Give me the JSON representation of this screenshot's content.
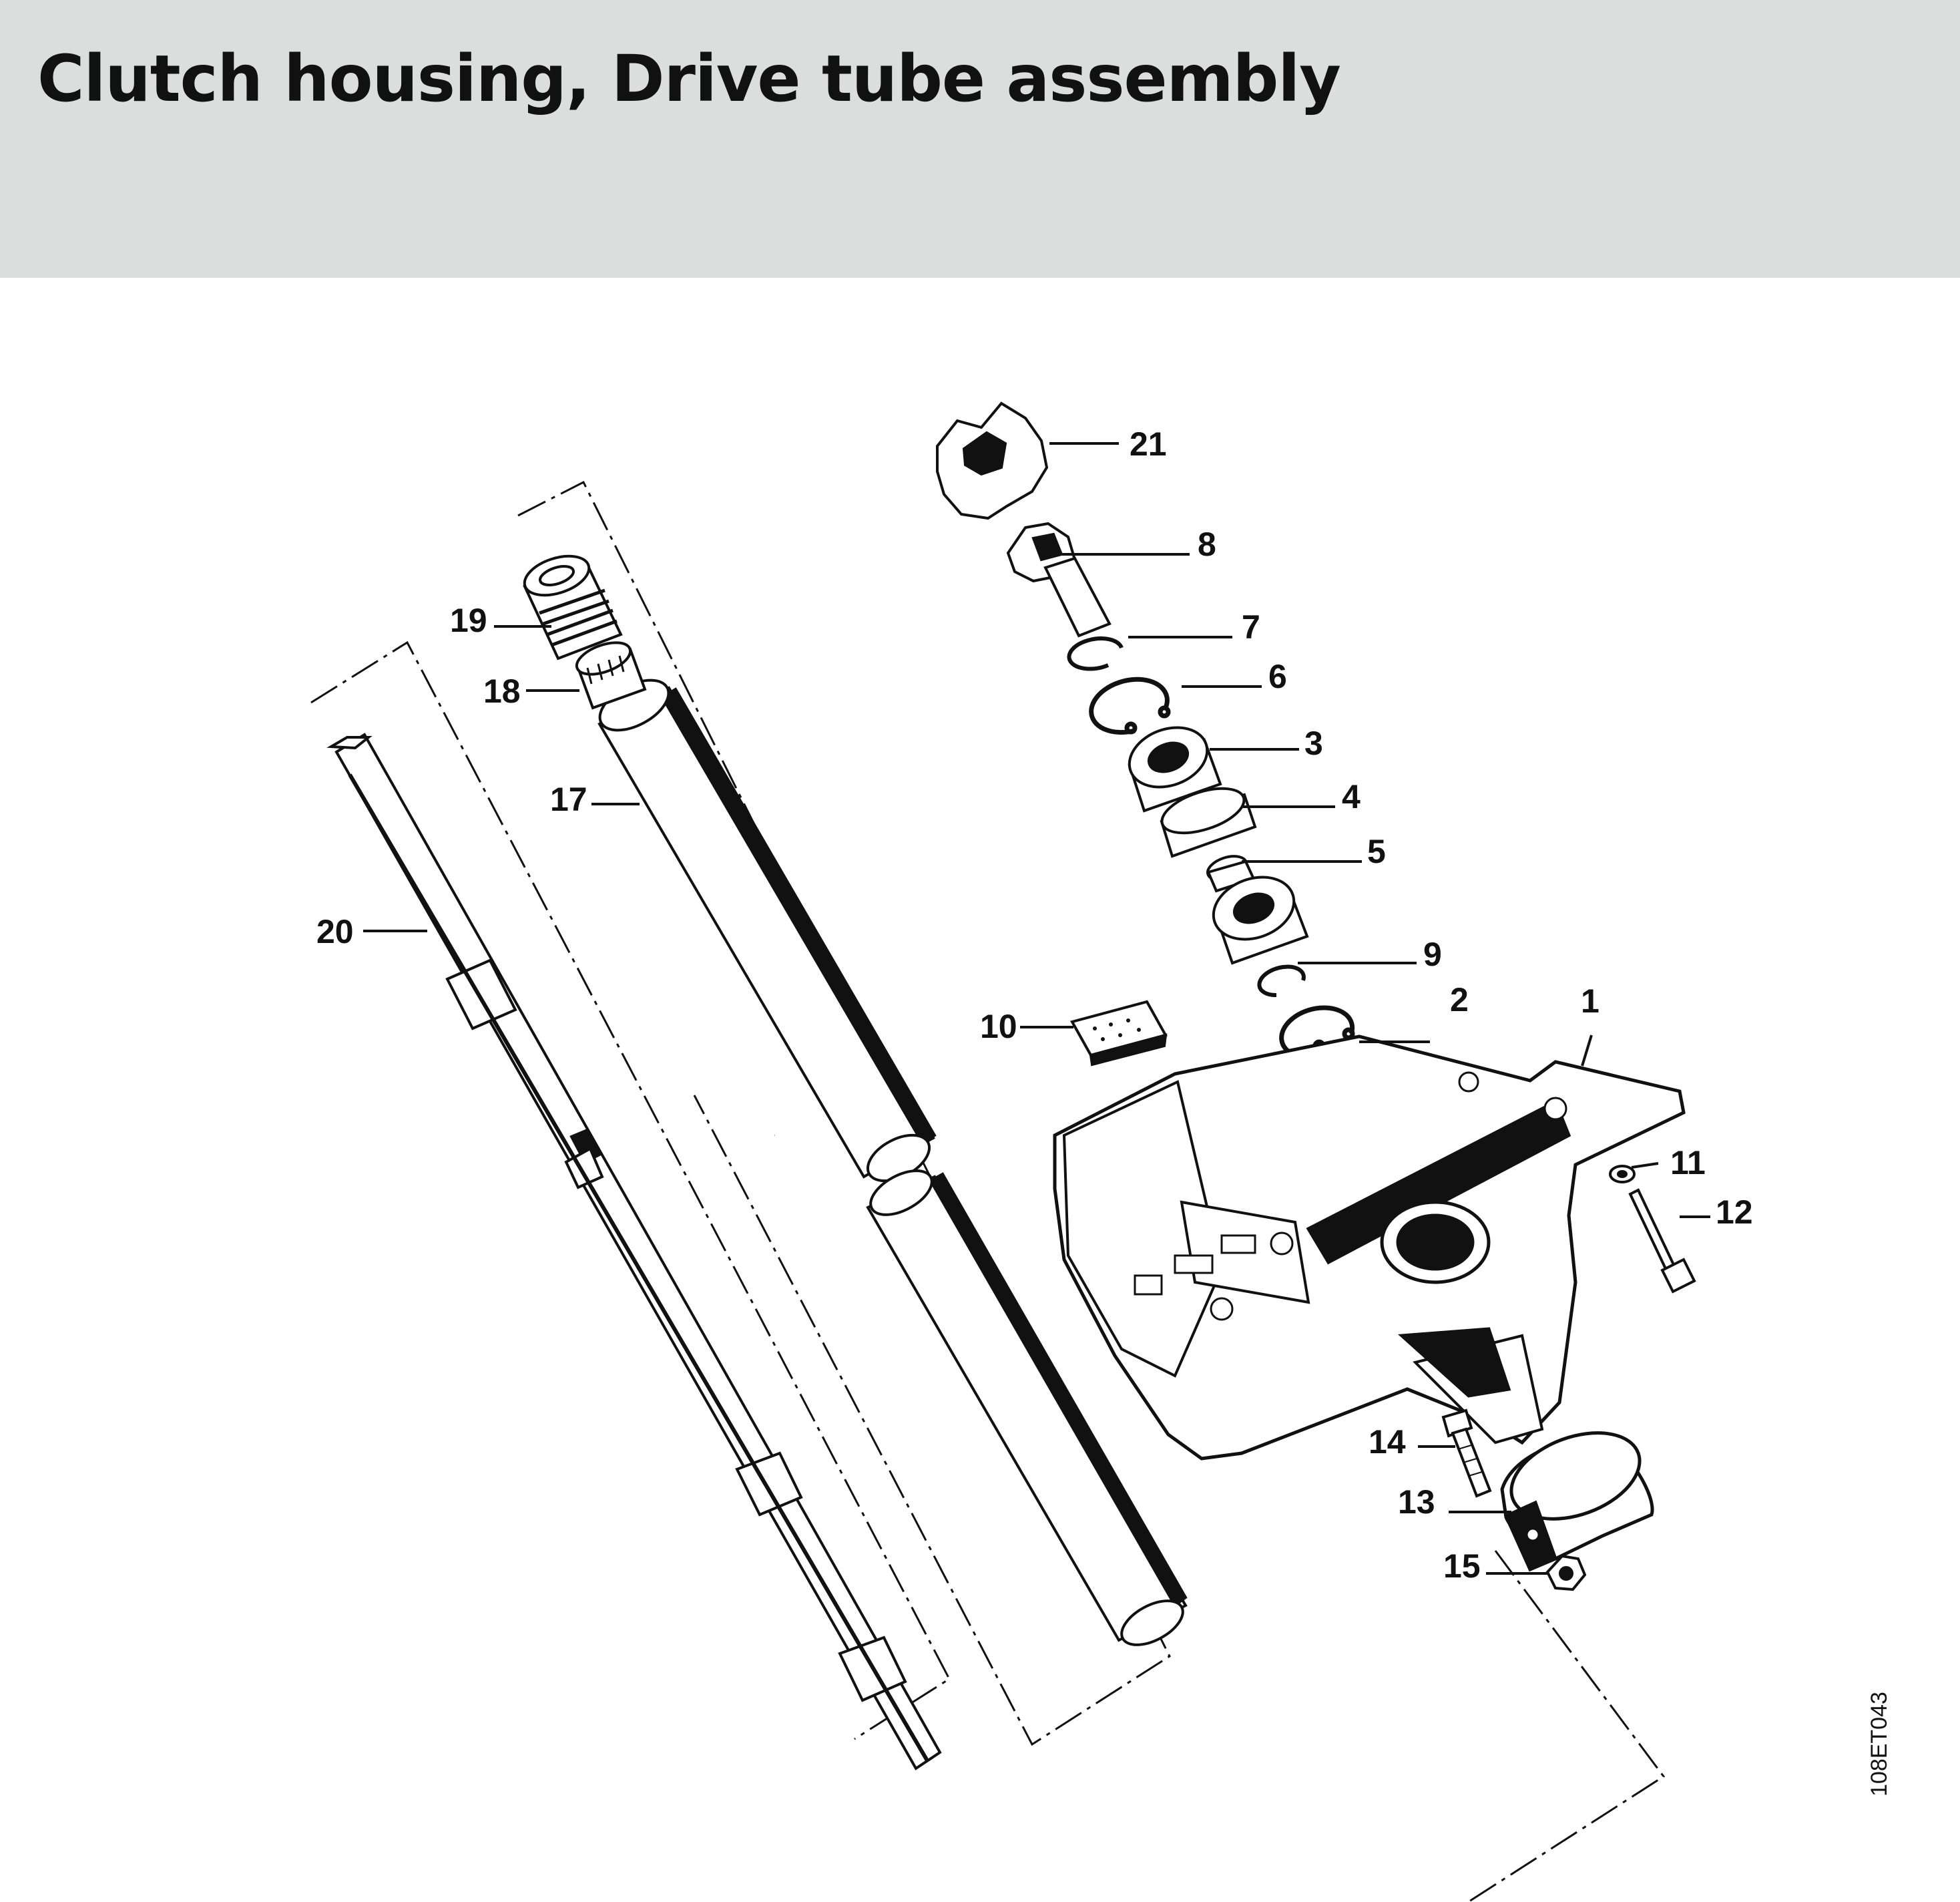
{
  "page": {
    "title": "Clutch housing, Drive tube assembly"
  },
  "diagram": {
    "drawing_code": "108ET043",
    "callouts": [
      {
        "id": "1",
        "label": "1"
      },
      {
        "id": "2",
        "label": "2"
      },
      {
        "id": "3",
        "label": "3"
      },
      {
        "id": "4",
        "label": "4"
      },
      {
        "id": "5",
        "label": "5"
      },
      {
        "id": "6",
        "label": "6"
      },
      {
        "id": "7",
        "label": "7"
      },
      {
        "id": "8",
        "label": "8"
      },
      {
        "id": "9",
        "label": "9"
      },
      {
        "id": "10",
        "label": "10"
      },
      {
        "id": "11",
        "label": "11"
      },
      {
        "id": "12",
        "label": "12"
      },
      {
        "id": "13",
        "label": "13"
      },
      {
        "id": "14",
        "label": "14"
      },
      {
        "id": "15",
        "label": "15"
      },
      {
        "id": "17",
        "label": "17"
      },
      {
        "id": "18",
        "label": "18"
      },
      {
        "id": "19",
        "label": "19"
      },
      {
        "id": "20",
        "label": "20"
      },
      {
        "id": "21",
        "label": "21"
      }
    ],
    "colors": {
      "header_band": "#dcdddd",
      "ink": "#111111",
      "paper": "#ffffff"
    }
  }
}
